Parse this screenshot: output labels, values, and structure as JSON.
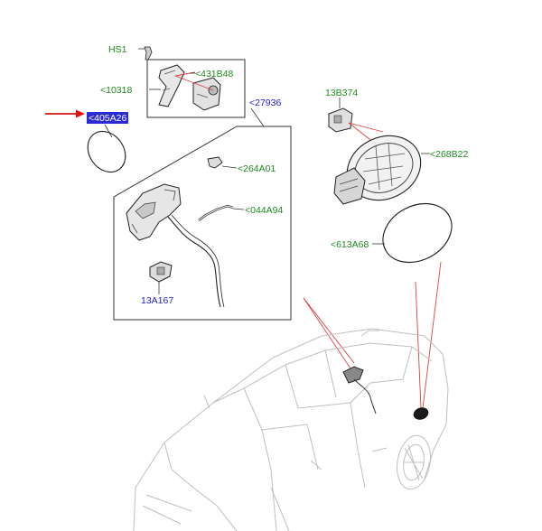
{
  "colors": {
    "green_label": "#1e8a1e",
    "blue_label": "#2222cc",
    "highlight_bg": "#2b2bd6",
    "leader": "#e04040",
    "arrow": "#e01010",
    "line": "#333333"
  },
  "labels": {
    "hs1": "HS1",
    "p431b48": "<431B48",
    "p10318": "<10318",
    "p405a26": "<405A26",
    "p27936": "<27936",
    "p264a01": "<264A01",
    "p044a94": "<044A94",
    "p13a167": "13A167",
    "p13b374": "13B374",
    "p268b22": "<268B22",
    "p613a68": "<613A68"
  }
}
